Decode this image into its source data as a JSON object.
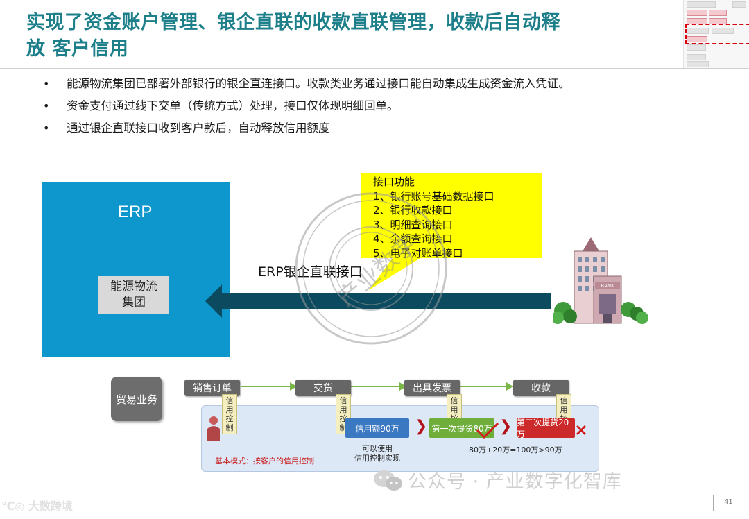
{
  "title": {
    "line1": "实现了资金账户管理、银企直联的收款直联管理，收款后自动释",
    "line2": "放 客户信用"
  },
  "bullets": [
    "能源物流集团已部署外部银行的银企直连接口。收款类业务通过接口能自动集成生成资金流入凭证。",
    "资金支付通过线下交单（传统方式）处理，接口仅体现明细回单。",
    "通过银企直联接口收到客户款后，自动释放信用额度"
  ],
  "erp": {
    "label": "ERP",
    "group_line1": "能源物流",
    "group_line2": "集团"
  },
  "arrow_label": "ERP银企直联接口",
  "interface_functions": {
    "heading": "接口功能",
    "items": [
      "1、银行账号基础数据接口",
      "2、银行收款接口",
      "3、明细查询接口",
      "4、余额查询接口",
      "5、电子对账单接口"
    ]
  },
  "bank_sign": "BANK",
  "process": {
    "trade_button": "贸易业务",
    "steps": [
      "销售订单",
      "交货",
      "出具发票",
      "收款"
    ],
    "credit_tag": "信用控制",
    "credit_amount": "信用额90万",
    "credit_caption_line1": "可以使用",
    "credit_caption_line2": "信用控制实现",
    "first_delivery": "第一次提货80万",
    "second_delivery": "第二次提货20万",
    "calculation": "80万+20万=100万>90万",
    "basic_mode": "基本模式：按客户的信用控制"
  },
  "watermarks": {
    "stamp_text": "产业数字",
    "wechat": "公众号 · 产业数字化智库",
    "brand": "大数跨境"
  },
  "page_number": "41",
  "colors": {
    "title": "#1d7f8a",
    "erp_blue": "#0d97cc",
    "arrow": "#0b4a5f",
    "callout_yellow": "#ffff00"
  }
}
